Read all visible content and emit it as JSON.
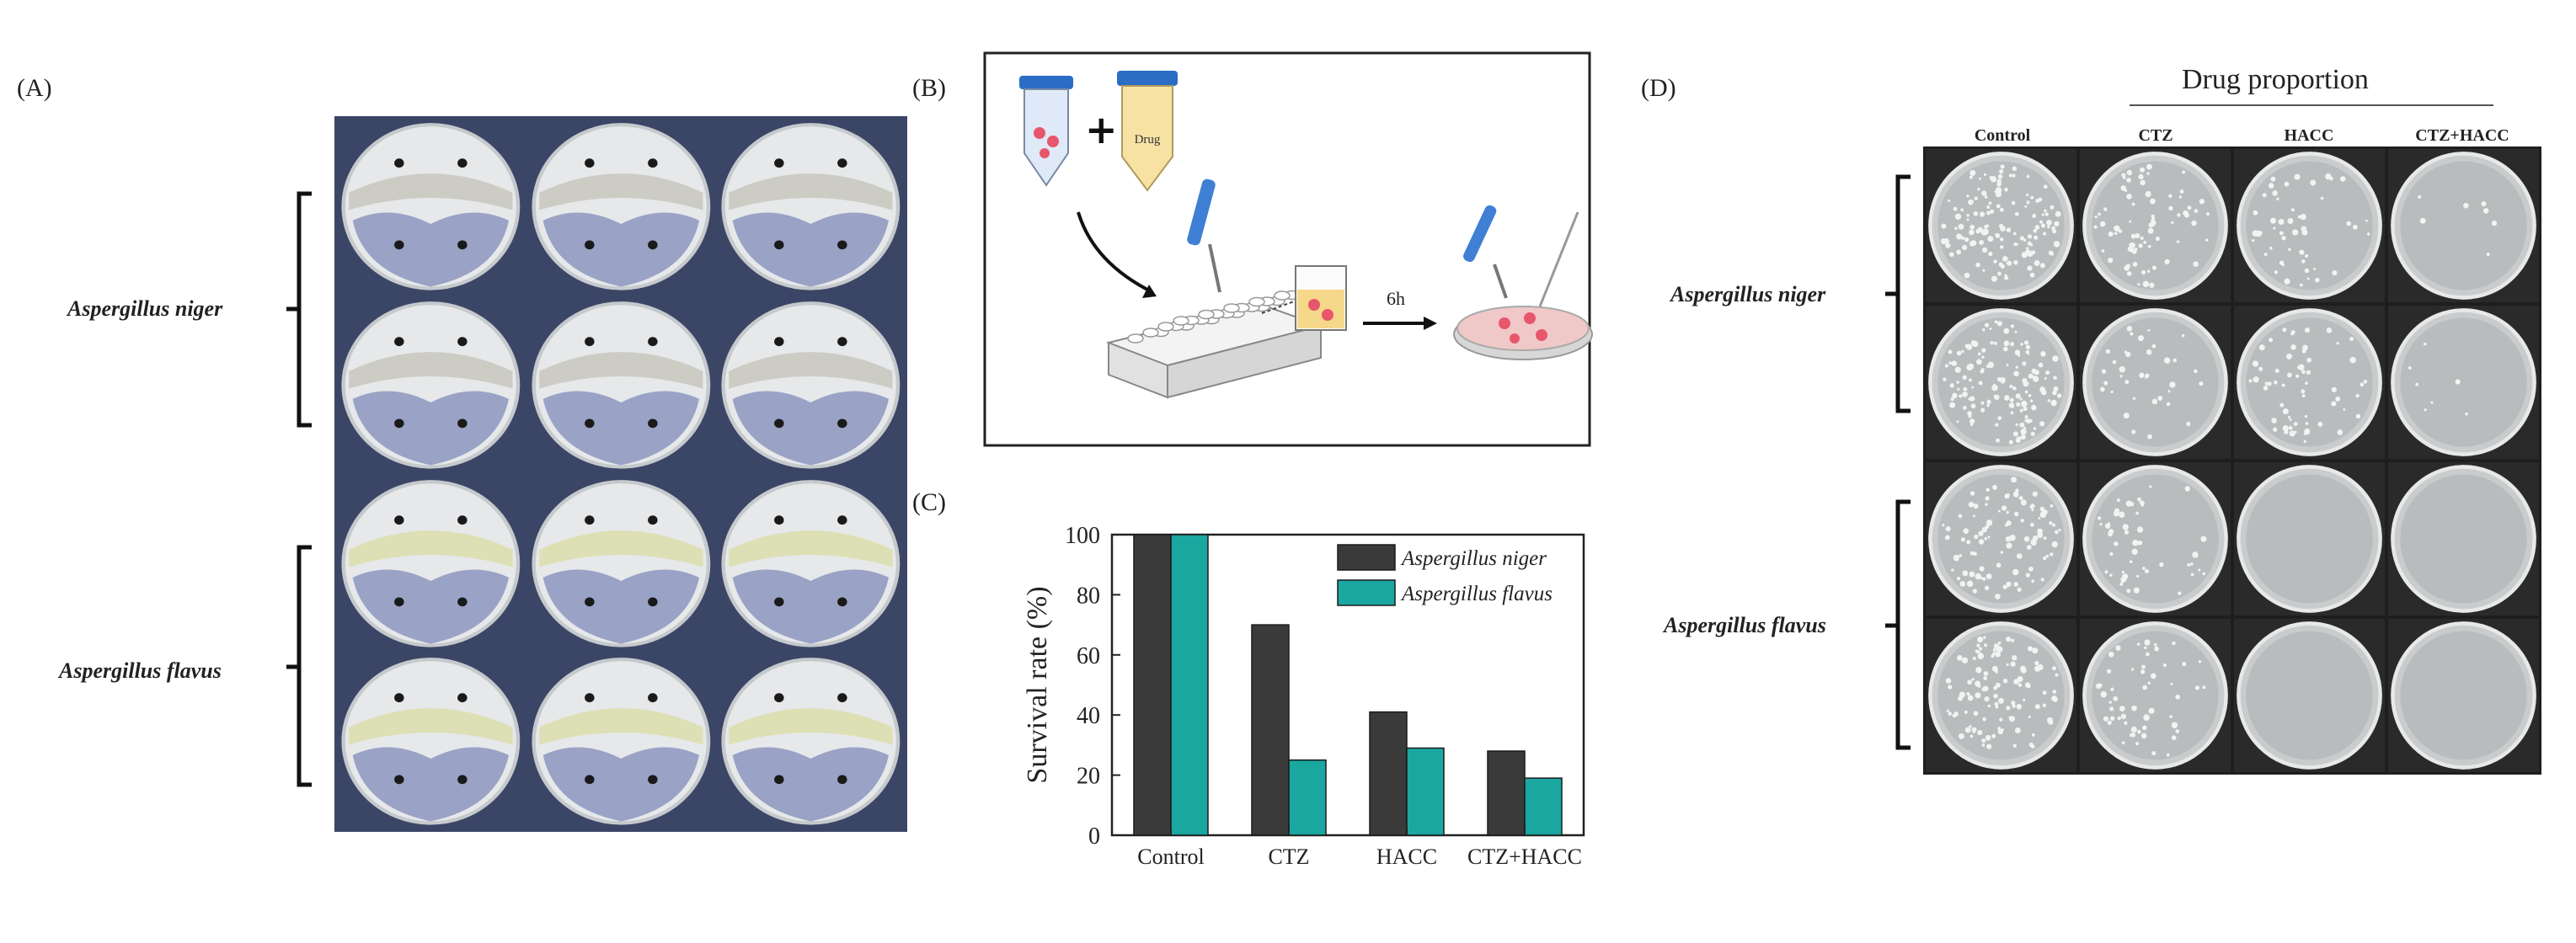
{
  "panels": {
    "a": {
      "label": "(A)",
      "species": [
        "Aspergillus niger",
        "Aspergillus flavus"
      ]
    },
    "b": {
      "label": "(B)",
      "tube_label": "Drug",
      "time_label": "6h"
    },
    "c": {
      "label": "(C)"
    },
    "d": {
      "label": "(D)",
      "header": "Drug proportion",
      "columns": [
        "Control",
        "CTZ",
        "HACC",
        "CTZ+HACC"
      ],
      "species": [
        "Aspergillus niger",
        "Aspergillus flavus"
      ]
    }
  },
  "chart_data": {
    "type": "bar",
    "categories": [
      "Control",
      "CTZ",
      "HACC",
      "CTZ+HACC"
    ],
    "series": [
      {
        "name": "Aspergillus niger",
        "values": [
          100,
          70,
          41,
          28
        ],
        "color": "#3a3a3a"
      },
      {
        "name": "Aspergillus flavus",
        "values": [
          100,
          25,
          29,
          19
        ],
        "color": "#1aa7a0"
      }
    ],
    "ylabel": "Survival rate (%)",
    "ylim": [
      0,
      100
    ],
    "yticks": [
      0,
      20,
      40,
      60,
      80,
      100
    ],
    "legend": "top-right",
    "grid": false
  }
}
